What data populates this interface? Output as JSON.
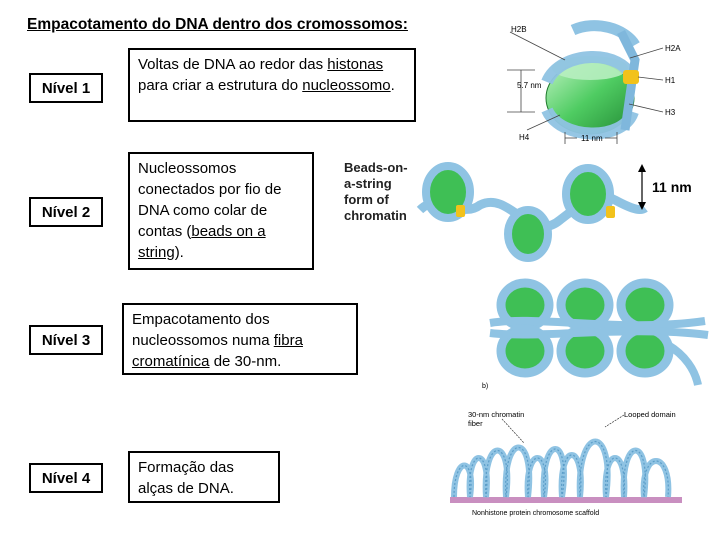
{
  "title": "Empacotamento do DNA dentro dos cromossomos:",
  "levels": [
    {
      "label": "Nível 1",
      "desc": [
        {
          "t": "Voltas de DNA ao redor das "
        },
        {
          "t": "histonas",
          "u": true
        },
        {
          "t": " para criar a estrutura do "
        },
        {
          "t": "nucleossomo",
          "u": true
        },
        {
          "t": "."
        }
      ]
    },
    {
      "label": "Nível 2",
      "desc": [
        {
          "t": "Nucleossomos conectados por fio de DNA como colar de contas ("
        },
        {
          "t": "beads on a string",
          "u": true
        },
        {
          "t": ")."
        }
      ]
    },
    {
      "label": "Nível 3",
      "desc": [
        {
          "t": "Empacotamento dos nucleossomos numa "
        },
        {
          "t": "fibra cromatínica",
          "u": true
        },
        {
          "t": " de 30-nm."
        }
      ]
    },
    {
      "label": "Nível 4",
      "desc": [
        {
          "t": "Formação das alças de DNA."
        }
      ]
    }
  ],
  "figure1": {
    "labels": {
      "h2b": "H2B",
      "h2a": "H2A",
      "h1": "H1",
      "h3": "H3",
      "h4": "H4",
      "height": "5.7 nm",
      "width": "11 nm"
    }
  },
  "figure2": {
    "caption_lines": [
      "Beads-on-",
      "a-string",
      "form of",
      "chromatin"
    ],
    "size_label": "11 nm"
  },
  "figure3": {
    "panel_label": "b)"
  },
  "figure4": {
    "fiber_label_lines": [
      "30-nm chromatin",
      "fiber"
    ],
    "domain_label": "Looped domain",
    "scaffold_label": "Nonhistone protein chromosome scaffold"
  },
  "colors": {
    "dna": "#8fc3e3",
    "dna_dark": "#5b9dc8",
    "core": "#3fbf55",
    "core_light": "#9fe6a5",
    "linker_protein": "#f2c21b",
    "scaffold": "#c98fc0"
  }
}
